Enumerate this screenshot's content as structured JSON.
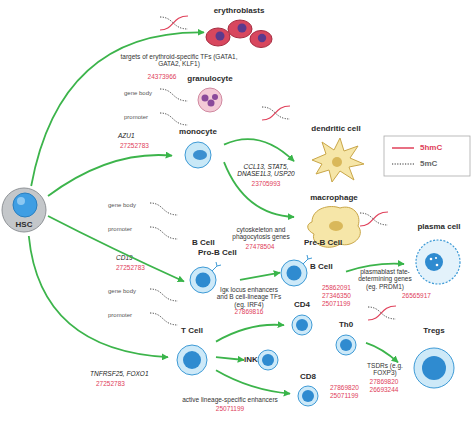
{
  "diagram": {
    "nodes": [
      {
        "text": [
          "HSC"
        ]
      },
      {
        "text": [
          "erythroblasts"
        ]
      },
      {
        "text": [
          "granulocyte"
        ]
      },
      {
        "text": [
          "monocyte"
        ]
      },
      {
        "text": [
          "dendritic cell"
        ]
      },
      {
        "text": [
          "macrophage"
        ]
      },
      {
        "text": [
          "B Cell",
          "Pro-B Cell"
        ]
      },
      {
        "text": [
          "Pre-B Cell",
          "B Cell"
        ]
      },
      {
        "text": [
          "plasma cell"
        ]
      },
      {
        "text": [
          "T Cell"
        ]
      },
      {
        "text": [
          "iNK"
        ]
      },
      {
        "text": [
          "CD4"
        ]
      },
      {
        "text": [
          "Th0"
        ]
      },
      {
        "text": [
          "CD8"
        ]
      },
      {
        "text": [
          "Tregs"
        ]
      }
    ],
    "edges": [
      {
        "from": 0,
        "to": 1,
        "arrow": "to"
      },
      {
        "from": 0,
        "to": 3,
        "arrow": "to"
      },
      {
        "from": 3,
        "to": 4,
        "arrow": "to"
      },
      {
        "from": 3,
        "to": 5,
        "arrow": "to"
      },
      {
        "from": 0,
        "to": 6,
        "arrow": "to"
      },
      {
        "from": 6,
        "to": 7,
        "arrow": "to"
      },
      {
        "from": 7,
        "to": 8,
        "arrow": "to"
      },
      {
        "from": 0,
        "to": 9,
        "arrow": "to"
      },
      {
        "from": 9,
        "to": 10,
        "arrow": "to"
      },
      {
        "from": 9,
        "to": 11,
        "arrow": "to"
      },
      {
        "from": 9,
        "to": 13,
        "arrow": "to"
      },
      {
        "from": 12,
        "to": 14,
        "arrow": "to"
      }
    ],
    "labels": [
      "targets of erythroid-specific TFs (GATA1, GATA2, KLF1)",
      "24373966",
      "gene body",
      "promoter",
      "AZU1",
      "27252783",
      "CCL13, STAT5, DNASE1L3, USP20",
      "23705993",
      "cytoskeleton and phagocytosis genes",
      "27478504",
      "gene body",
      "promoter",
      "CD19",
      "27252783",
      "Igκ locus enhancers and B cell-lineage TFs (eg. IRF4)",
      "27869816",
      "plasmablast fate-determining genes (eg. PRDM1)",
      "26565917",
      "gene body",
      "promoter",
      "TNFRSF25, FOXO1",
      "27252783",
      "25862091",
      "27346350",
      "25071199",
      "active lineage-specific enhancers",
      "25071199",
      "27869820",
      "25071199",
      "TSDRs (e.g. FOXP3)",
      "27869820",
      "26693244"
    ],
    "legend": [
      {
        "text": "5hmC"
      },
      {
        "text": "5mC"
      }
    ]
  }
}
